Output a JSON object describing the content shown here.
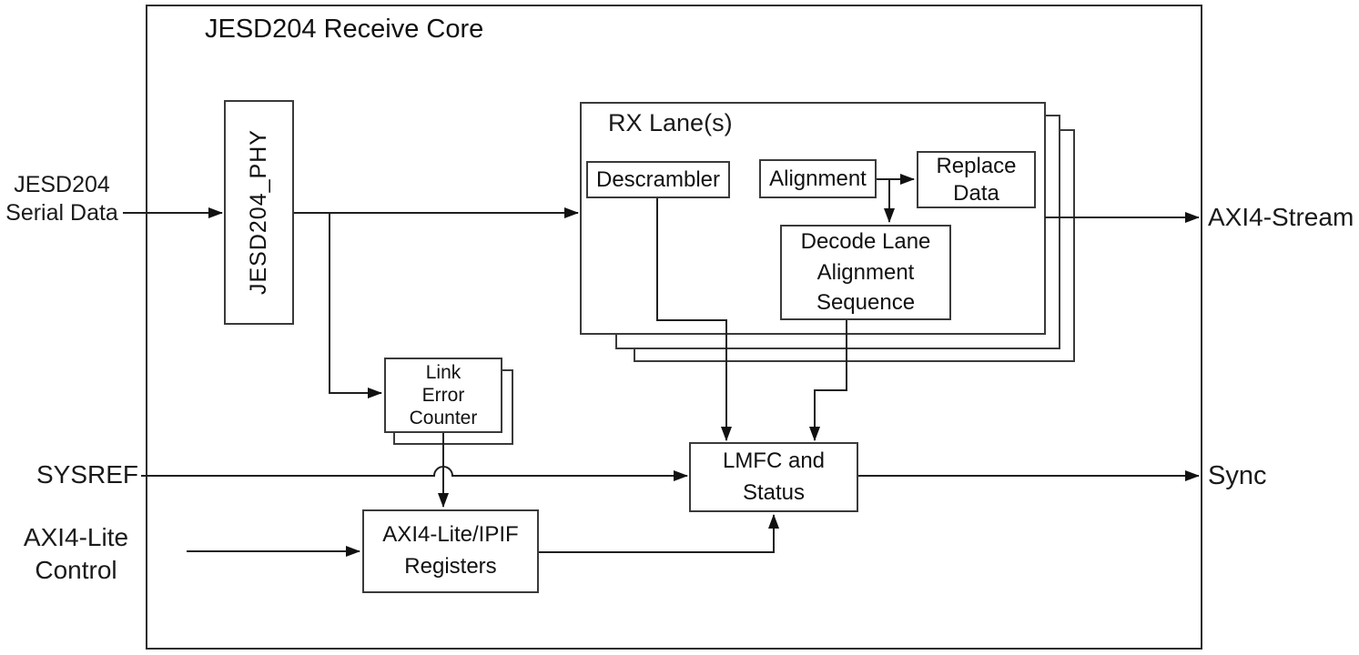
{
  "diagram": {
    "title": "JESD204 Receive Core",
    "external_labels": {
      "serial_data_in": "JESD204\nSerial Data",
      "sysref_in": "SYSREF",
      "axi4_lite_control_in": "AXI4-Lite\nControl",
      "axi4_stream_out": "AXI4-Stream",
      "sync_out": "Sync"
    },
    "blocks": {
      "phy": "JESD204_PHY",
      "rx_lane_group": "RX Lane(s)",
      "descrambler": "Descrambler",
      "alignment": "Alignment",
      "replace_data": "Replace\nData",
      "decode_lane_alignment": "Decode Lane\nAlignment\nSequence",
      "link_error_counter": "Link\nError\nCounter",
      "lmfc_status": "LMFC and\nStatus",
      "ipif_registers": "AXI4-Lite/IPIF\nRegisters"
    },
    "colors": {
      "background": "#ffffff",
      "wire": "#1f1f1f",
      "box_border": "#3a3a3a",
      "text": "#111111"
    }
  }
}
